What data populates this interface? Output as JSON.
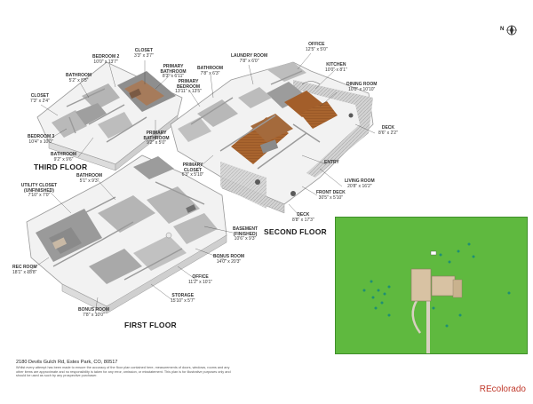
{
  "floors": {
    "third": "THIRD FLOOR",
    "second": "SECOND FLOOR",
    "first": "FIRST FLOOR"
  },
  "rooms": {
    "closet_top": {
      "name": "CLOSET",
      "dims": "3'3\" x 3'7\""
    },
    "bedroom2": {
      "name": "BEDROOM 2",
      "dims": "10'0\" x 13'7\""
    },
    "bathroom_3a": {
      "name": "BATHROOM",
      "dims": "5'2\" x 8'5\""
    },
    "primary_bathroom_a": {
      "name": "PRIMARY BATHROOM",
      "dims": "8'3\" x 6'11\""
    },
    "closet_left": {
      "name": "CLOSET",
      "dims": "7'3\" x 2'4\""
    },
    "bedroom3": {
      "name": "BEDROOM 3",
      "dims": "10'4\" x 10'0\""
    },
    "bathroom_3b": {
      "name": "BATHROOM",
      "dims": "9'2\" x 9'6\""
    },
    "primary_bathroom_b": {
      "name": "PRIMARY BATHROOM",
      "dims": "9'2\" x 5'0\""
    },
    "bathroom_2": {
      "name": "BATHROOM",
      "dims": "7'8\" x 6'3\""
    },
    "laundry": {
      "name": "LAUNDRY ROOM",
      "dims": "7'8\" x 6'0\""
    },
    "office_2": {
      "name": "OFFICE",
      "dims": "12'5\" x 5'0\""
    },
    "primary_bedroom": {
      "name": "PRIMARY BEDROOM",
      "dims": "13'11\" x 13'5\""
    },
    "kitchen": {
      "name": "KITCHEN",
      "dims": "10'0\" x 8'1\""
    },
    "dining": {
      "name": "DINING ROOM",
      "dims": "10'0\" x 10'10\""
    },
    "deck_right": {
      "name": "DECK",
      "dims": "8'6\" x 2'2\""
    },
    "primary_closet": {
      "name": "PRIMARY CLOSET",
      "dims": "6'3\" x 5'10\""
    },
    "entry": {
      "name": "ENTRY",
      "dims": ""
    },
    "living": {
      "name": "LIVING ROOM",
      "dims": "20'8\" x 16'2\""
    },
    "front_deck": {
      "name": "FRONT DECK",
      "dims": "30'5\" x 5'10\""
    },
    "deck_bottom": {
      "name": "DECK",
      "dims": "8'8\" x 17'3\""
    },
    "bathroom_1": {
      "name": "BATHROOM",
      "dims": "5'1\" x 9'3\""
    },
    "utility": {
      "name": "UTILITY CLOSET (UNFINISHED)",
      "dims": "7'10\" x 7'0\""
    },
    "basement": {
      "name": "BASEMENT (FINISHED)",
      "dims": "10'6\" x 9'3\""
    },
    "bonus_right": {
      "name": "BONUS ROOM",
      "dims": "14'0\" x 20'3\""
    },
    "rec_room": {
      "name": "REC ROOM",
      "dims": "18'1\" x 18'8\""
    },
    "office_1": {
      "name": "OFFICE",
      "dims": "11'2\" x 10'1\""
    },
    "storage": {
      "name": "STORAGE",
      "dims": "15'10\" x 5'7\""
    },
    "bonus_bottom": {
      "name": "BONUS ROOM",
      "dims": "7'8\" x 10'0\""
    }
  },
  "address": "2180 Devils Gulch Rd, Estes Park, CO, 80517",
  "disclaimer": "Whilst every attempt has been made to ensure the accuracy of the floor plan contained here, measurements of doors, windows, rooms and any other items are approximate and no responsibility is taken for any error, omission, or misstatement. This plan is for illustrative purposes only and should be used as such by any prospective purchaser.",
  "compass": "N",
  "logo": "REcolorado",
  "site_map": {
    "colors": {
      "grass": "#5fb93f",
      "roof": "#d8c2a3",
      "tree": "#1f8f73"
    }
  },
  "colors": {
    "wall": "#f3f3f3",
    "wall_edge": "#9a9a9a",
    "floor_gray": "#8d8d8d",
    "floor_wood": "#a8642e",
    "deck": "#c7c7c7"
  }
}
